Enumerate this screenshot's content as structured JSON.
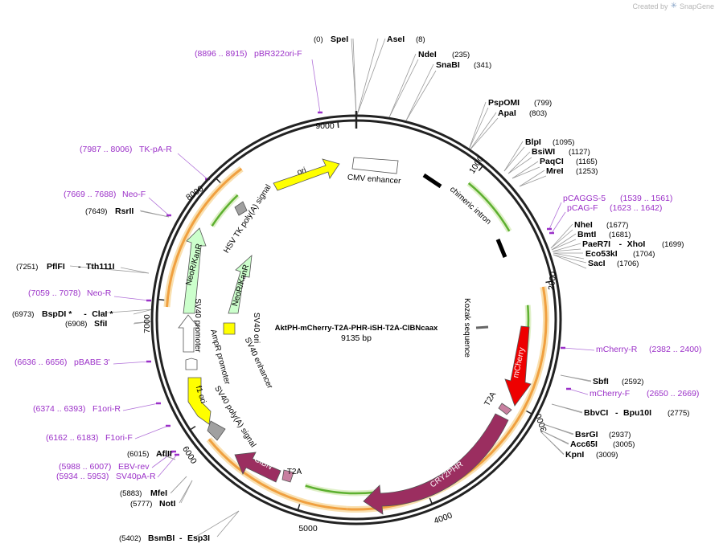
{
  "credit": {
    "text": "Created by",
    "brand": "SnapGene"
  },
  "plasmid": {
    "name": "AktPH-mCherry-T2A-PHR-iSH-T2A-CIBNcaax",
    "size": "9135 bp"
  },
  "ticks": [
    "1000",
    "2000",
    "3000",
    "4000",
    "5000",
    "6000",
    "7000",
    "8000",
    "9000"
  ],
  "colors": {
    "primer": "#9b30c8",
    "backbone": "#222222",
    "mcherry": "#ee0000",
    "cry2phr": "#9b2e60",
    "cibn": "#9b2e60",
    "yellow": "#ffff00",
    "neo": "#ccffcc",
    "orange": "#f0a040",
    "green": "#5db030",
    "gray": "#999999",
    "white": "#ffffff"
  },
  "enzymes": [
    {
      "name": "SpeI",
      "pos": "(0)",
      "side": "left"
    },
    {
      "name": "AseI",
      "pos": "(8)",
      "side": "right"
    },
    {
      "name": "NdeI",
      "pos": "(235)",
      "side": "right"
    },
    {
      "name": "SnaBI",
      "pos": "(341)",
      "side": "right"
    },
    {
      "name": "PspOMI",
      "pos": "(799)",
      "side": "right"
    },
    {
      "name": "ApaI",
      "pos": "(803)",
      "side": "right"
    },
    {
      "name": "BlpI",
      "pos": "(1095)",
      "side": "right"
    },
    {
      "name": "BsiWI",
      "pos": "(1127)",
      "side": "right"
    },
    {
      "name": "PaqCI",
      "pos": "(1165)",
      "side": "right"
    },
    {
      "name": "MreI",
      "pos": "(1253)",
      "side": "right"
    },
    {
      "name": "NheI",
      "pos": "(1677)",
      "side": "right"
    },
    {
      "name": "BmtI",
      "pos": "(1681)",
      "side": "right"
    },
    {
      "name": "PaeR7I",
      "name2": "XhoI",
      "pos": "(1699)",
      "side": "right"
    },
    {
      "name": "Eco53kI",
      "pos": "(1704)",
      "side": "right"
    },
    {
      "name": "SacI",
      "pos": "(1706)",
      "side": "right"
    },
    {
      "name": "SbfI",
      "pos": "(2592)",
      "side": "right"
    },
    {
      "name": "BbvCI",
      "name2": "Bpu10I",
      "pos": "(2775)",
      "side": "right"
    },
    {
      "name": "BsrGI",
      "pos": "(2937)",
      "side": "right"
    },
    {
      "name": "Acc65I",
      "pos": "(3005)",
      "side": "right"
    },
    {
      "name": "KpnI",
      "pos": "(3009)",
      "side": "right"
    },
    {
      "name": "BsmBI",
      "name2": "Esp3I",
      "pos": "(5402)",
      "side": "left"
    },
    {
      "name": "NotI",
      "pos": "(5777)",
      "side": "left"
    },
    {
      "name": "MfeI",
      "pos": "(5883)",
      "side": "left"
    },
    {
      "name": "AflII",
      "pos": "(6015)",
      "side": "left"
    },
    {
      "name": "SfiI",
      "pos": "(6908)",
      "side": "left"
    },
    {
      "name": "BspDI *",
      "name2": "ClaI *",
      "pos": "(6973)",
      "side": "left"
    },
    {
      "name": "PflFI",
      "name2": "Tth111I",
      "pos": "(7251)",
      "side": "left"
    },
    {
      "name": "RsrII",
      "pos": "(7649)",
      "side": "left"
    }
  ],
  "primers": [
    {
      "name": "pBR322ori-F",
      "range": "(8896 .. 8915)",
      "side": "left"
    },
    {
      "name": "TK-pA-R",
      "range": "(7987 .. 8006)",
      "side": "left"
    },
    {
      "name": "Neo-F",
      "range": "(7669 .. 7688)",
      "side": "left"
    },
    {
      "name": "Neo-R",
      "range": "(7059 .. 7078)",
      "side": "left"
    },
    {
      "name": "pBABE 3'",
      "range": "(6636 .. 6656)",
      "side": "left"
    },
    {
      "name": "F1ori-R",
      "range": "(6374 .. 6393)",
      "side": "left"
    },
    {
      "name": "F1ori-F",
      "range": "(6162 .. 6183)",
      "side": "left"
    },
    {
      "name": "EBV-rev",
      "range": "(5988 .. 6007)",
      "side": "left"
    },
    {
      "name": "SV40pA-R",
      "range": "(5934 .. 5953)",
      "side": "left"
    },
    {
      "name": "pCAGGS-5",
      "range": "(1539 .. 1561)",
      "side": "right"
    },
    {
      "name": "pCAG-F",
      "range": "(1623 .. 1642)",
      "side": "right"
    },
    {
      "name": "mCherry-R",
      "range": "(2382 .. 2400)",
      "side": "right"
    },
    {
      "name": "mCherry-F",
      "range": "(2650 .. 2669)",
      "side": "right"
    }
  ],
  "features": {
    "ori": "ori",
    "cmv": "CMV enhancer",
    "intron": "chimeric intron",
    "kozak": "Kozak sequence",
    "mcherry": "mCherry",
    "t2a_1": "T2A",
    "cry2phr": "CRY2PHR",
    "t2a_2": "T2A",
    "cibn": "CIBN",
    "sv40pa": "SV40 poly(A) signal",
    "f1ori": "f1 ori",
    "ampr": "AmpR promoter",
    "sv40promoter": "SV40 promoter",
    "neo_outer": "NeoR/KanR",
    "neo_inner": "NeoR/KanR",
    "sv40ori": "SV40 ori",
    "sv40enh": "SV40 enhancer",
    "hsvtk": "HSV TK poly(A) signal"
  }
}
